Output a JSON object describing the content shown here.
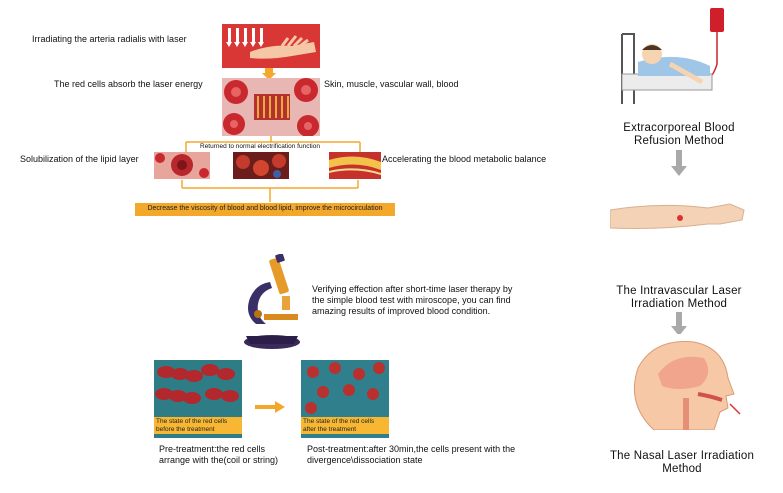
{
  "top_flow": {
    "step1": "Irradiating the arteria radialis with laser",
    "step2": "The red cells absorb the laser energy",
    "step2_side": "Skin, muscle, vascular wall, blood",
    "bracket_label": "Returned to normal electrification function",
    "left_effect": "Solubilization of the lipid layer",
    "right_effect": "Accelerating the blood metabolic balance",
    "result_bar": "Decrease the viscosity of blood and blood lipid, improve the microcirculation"
  },
  "microscope_section": {
    "text": "Verifying effection after short-time laser therapy by the simple blood test with miroscope, you can find amazing results of improved blood condition."
  },
  "comparison": {
    "before_caption": "The state of the red cells before the treatment",
    "after_caption": "The state of the red cells after the treatment",
    "before_text": "Pre-treatment:the red cells arrange with the(coil or string)",
    "after_text": "Post-treatment:after 30min,the cells present with the divergence\\dissociation state"
  },
  "methods": {
    "method1": "Extracorporeal Blood Refusion Method",
    "method2": "The Intravascular Laser Irradiation Method",
    "method3": "The Nasal Laser Irradiation Method"
  },
  "colors": {
    "accent_orange": "#f3a82b",
    "blood_red": "#c8282e",
    "cell_teal": "#2f7f8c",
    "arrow_gray": "#a9a9a9"
  }
}
